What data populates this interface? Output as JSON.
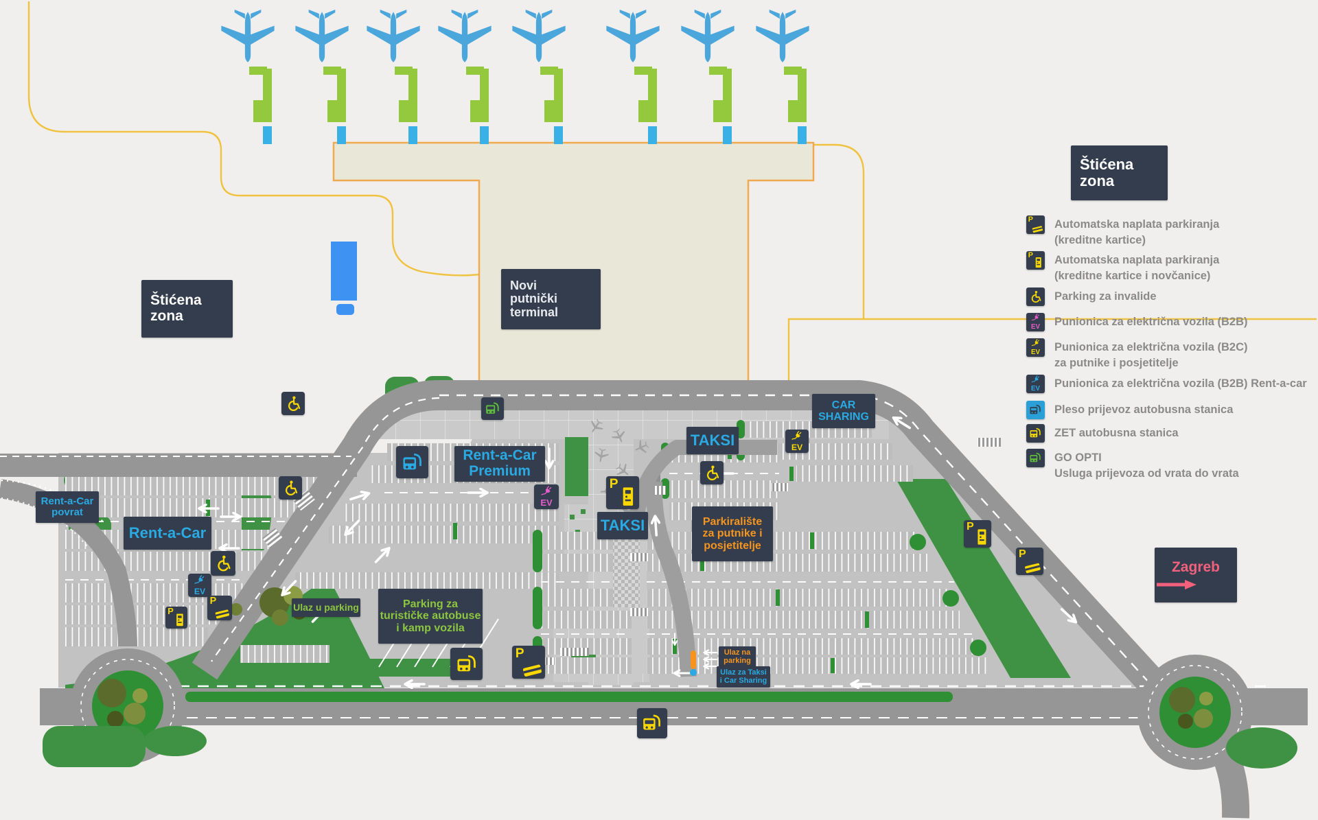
{
  "map": {
    "protected_zone_left": {
      "line1": "Štićena",
      "line2": "zona"
    },
    "protected_zone_right": {
      "line1": "Štićena",
      "line2": "zona"
    },
    "terminal_label": {
      "line1": "Novi",
      "line2": "putnički",
      "line3": "terminal"
    },
    "labels": {
      "rentacar_povrat": {
        "line1": "Rent-a-Car",
        "line2": "povrat"
      },
      "rentacar": {
        "line1": "Rent-a-Car"
      },
      "rentacar_premium": {
        "line1": "Rent-a-Car",
        "line2": "Premium"
      },
      "car_sharing": {
        "line1": "CAR",
        "line2": "SHARING"
      },
      "taksi_upper": {
        "line1": "TAKSI"
      },
      "taksi_lower": {
        "line1": "TAKSI"
      },
      "parkiraliste": {
        "line1": "Parkiralište",
        "line2": "za putnike i",
        "line3": "posjetitelje"
      },
      "bus_camp_parking": {
        "line1": "Parking za",
        "line2": "turističke autobuse",
        "line3": "i kamp vozila"
      },
      "ulaz_u_parking": {
        "line1": "Ulaz u parking"
      },
      "ulaz_na_parking": {
        "line1": "Ulaz na",
        "line2": "parking"
      },
      "ulaz_za_taksi": {
        "line1": "Ulaz za Taksi",
        "line2": "i Car Sharing"
      },
      "zagreb": {
        "line1": "Zagreb"
      }
    },
    "icon_text": {
      "ev": "EV",
      "p": "P"
    }
  },
  "legend": {
    "title": {
      "line1": "Štićena",
      "line2": "zona"
    },
    "items": [
      {
        "icon": "parking-payment-card-icon",
        "line1": "Automatska naplata parkiranja",
        "line2": "(kreditne kartice)"
      },
      {
        "icon": "parking-payment-machine-icon",
        "line1": "Automatska naplata parkiranja",
        "line2": "(kreditne kartice i novčanice)"
      },
      {
        "icon": "disabled-parking-icon",
        "line1": "Parking za invalide"
      },
      {
        "icon": "ev-charger-b2b-icon",
        "line1": "Punionica za električna vozila (B2B)"
      },
      {
        "icon": "ev-charger-b2c-icon",
        "line1": "Punionica za električna vozila (B2C)",
        "line2": "za putnike i posjetitelje"
      },
      {
        "icon": "ev-charger-rentacar-icon",
        "line1": "Punionica za električna vozila (B2B) Rent-a-car"
      },
      {
        "icon": "pleso-bus-icon",
        "line1": "Pleso prijevoz autobusna stanica"
      },
      {
        "icon": "zet-bus-icon",
        "line1": "ZET autobusna stanica"
      },
      {
        "icon": "go-opti-bus-icon",
        "line1": "GO OPTI",
        "line2": "Usluga prijevoza od vrata do vrata"
      }
    ]
  },
  "colors": {
    "accent_blue": "#2AA9E2",
    "accent_orange": "#F7941E",
    "accent_green": "#8DC63F",
    "zagreb_pink": "#F2607C",
    "icon_yellow": "#F8D800",
    "ev_pink": "#E85BCB",
    "dark_box": "#333D4D",
    "road_gray": "#969696",
    "grass_green": "#2F8F35",
    "terminal_beige": "#E9E7D8",
    "boundary_yellow": "#EFC23F",
    "plane_blue": "#4BA6DB",
    "bridge_green": "#95C93D"
  }
}
